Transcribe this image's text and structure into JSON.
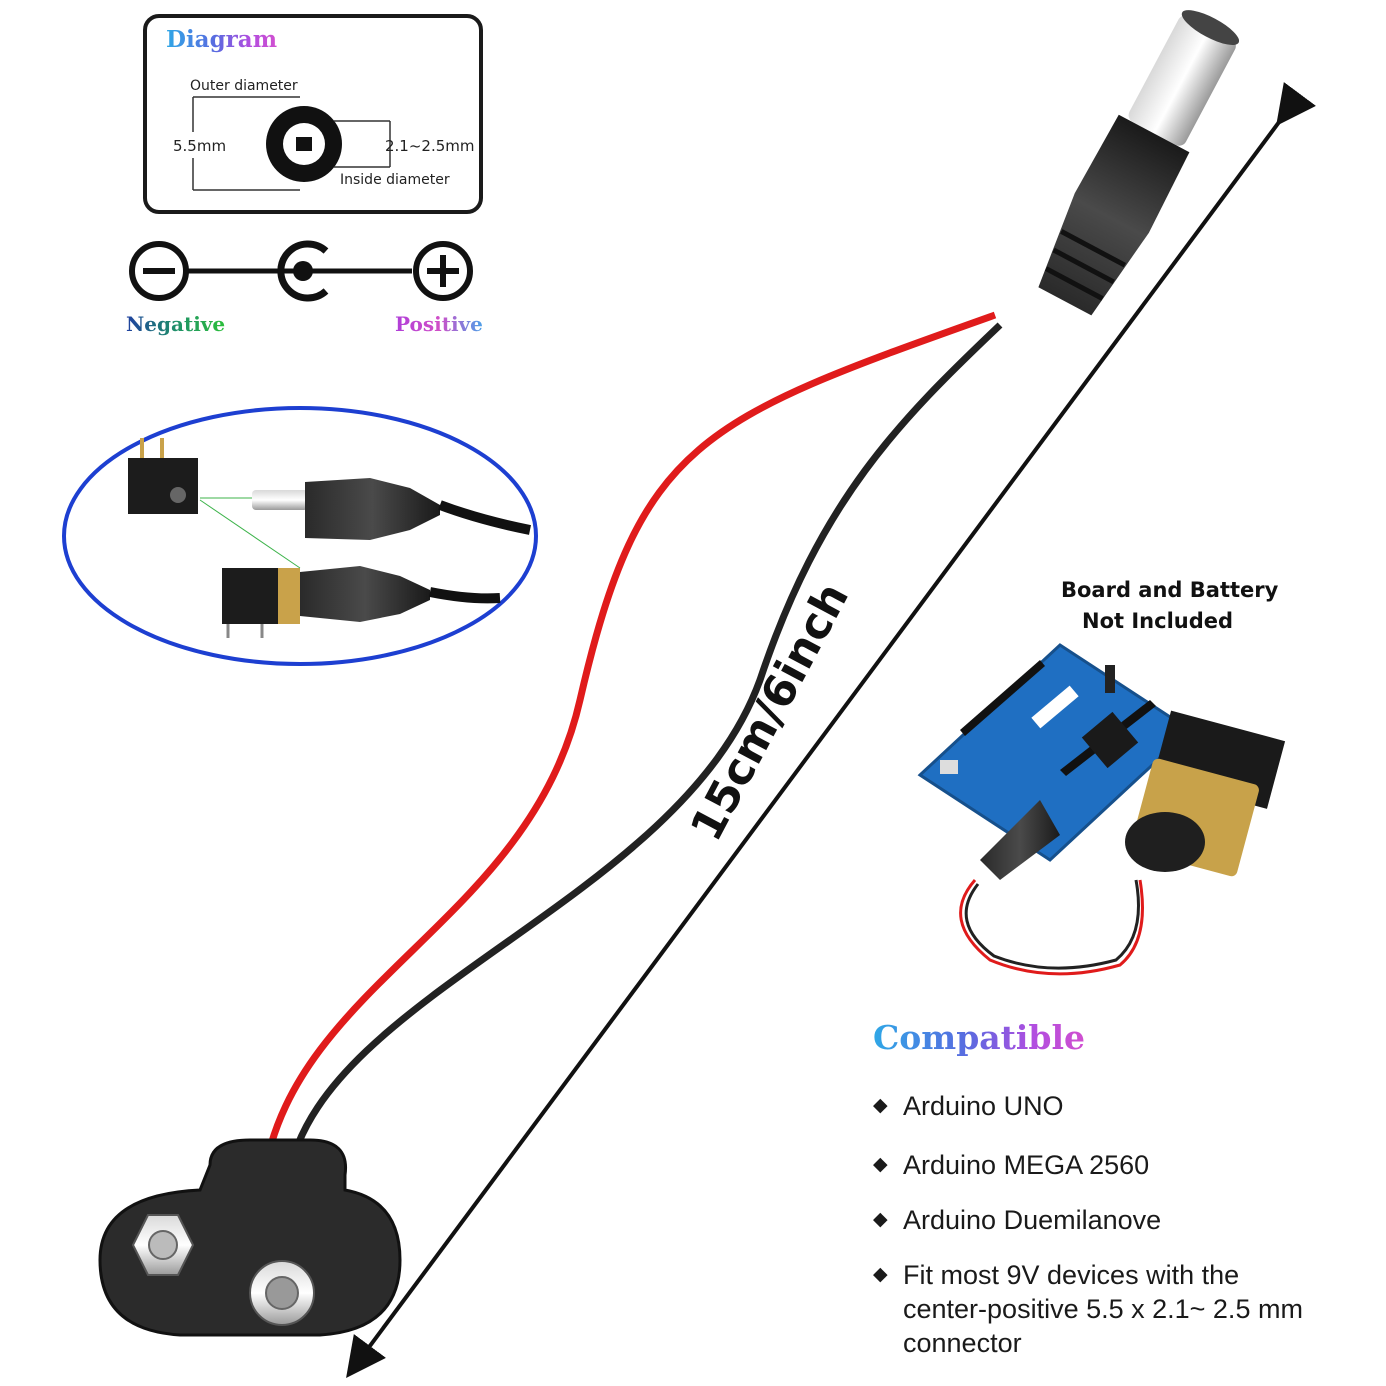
{
  "diagram": {
    "title": "Diagram",
    "outer_label": "Outer diameter",
    "outer_value": "5.5mm",
    "inner_value": "2.1~2.5mm",
    "inner_label": "Inside diameter"
  },
  "polarity": {
    "negative": "Negative",
    "positive": "Positive"
  },
  "cable": {
    "length": "15cm/6inch"
  },
  "note": {
    "line1": "Board and Battery",
    "line2": "Not Included"
  },
  "compatible": {
    "title": "Compatible",
    "items": [
      "Arduino UNO",
      "Arduino MEGA 2560",
      "Arduino Duemilanove",
      "Fit most 9V devices with the center-positive 5.5 x 2.1~ 2.5 mm connector"
    ]
  },
  "colors": {
    "wire_red": "#e01b1b",
    "wire_black": "#222222",
    "inset_border": "#1d3fd1",
    "board_blue": "#1f6fc2",
    "battery_gold": "#c8a24a"
  }
}
